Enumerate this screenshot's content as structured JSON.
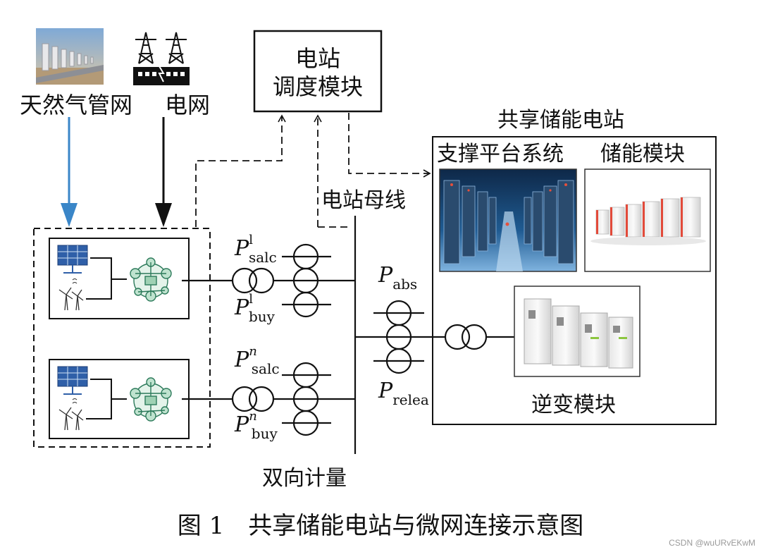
{
  "labels": {
    "gas_network": "天然气管网",
    "power_grid": "电网",
    "dispatch_line1": "电站",
    "dispatch_line2": "调度模块",
    "shared_storage_station": "共享储能电站",
    "support_platform": "支撑平台系统",
    "storage_module": "储能模块",
    "station_bus": "电站母线",
    "inverter_module": "逆变模块",
    "bidirectional_metering": "双向计量"
  },
  "power_terms": {
    "p_salc_1": {
      "base": "P",
      "sup": "l",
      "sub": "salc"
    },
    "p_buy_1": {
      "base": "P",
      "sup": "l",
      "sub": "buy"
    },
    "p_salc_n": {
      "base": "P",
      "sup": "n",
      "sub": "salc"
    },
    "p_buy_n": {
      "base": "P",
      "sup": "n",
      "sub": "buy"
    },
    "p_abs": {
      "base": "P",
      "sub": "abs"
    },
    "p_relea": {
      "base": "P",
      "sub": "relea"
    }
  },
  "caption": "图 1　共享储能电站与微网连接示意图",
  "watermark": "CSDN @wuURvEKwM",
  "colors": {
    "gas_arrow": "#3a86c8",
    "line": "#111111",
    "panel_blue": "#2f5fa8",
    "server_room": "#1c4a7a"
  },
  "icons": {
    "gas_photo": "gas-pipeline-photo",
    "grid": "transmission-tower-icon",
    "solar": "solar-panel-icon",
    "wind": "wind-turbine-icon",
    "microgrid": "microgrid-icon",
    "transformer": "transformer-icon",
    "server_room": "server-room-photo",
    "battery_cabinets": "battery-cabinet-photo",
    "inverter": "inverter-cabinet-photo"
  }
}
